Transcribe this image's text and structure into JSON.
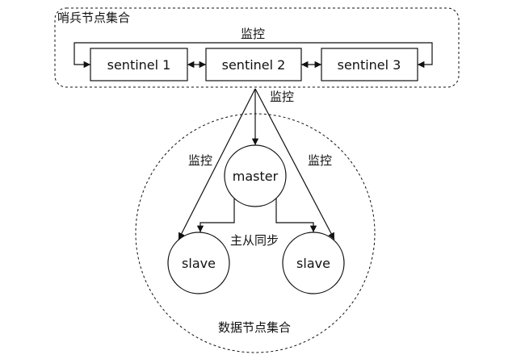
{
  "sentinel_group": {
    "title": "哨兵节点集合",
    "monitor_label": "监控",
    "sentinels": [
      "sentinel 1",
      "sentinel 2",
      "sentinel 3"
    ]
  },
  "monitoring": {
    "to_data_label": "监控",
    "left_label": "监控",
    "right_label": "监控"
  },
  "data_group": {
    "title": "数据节点集合",
    "master": "master",
    "slaves": [
      "slave",
      "slave"
    ],
    "sync_label": "主从同步"
  }
}
